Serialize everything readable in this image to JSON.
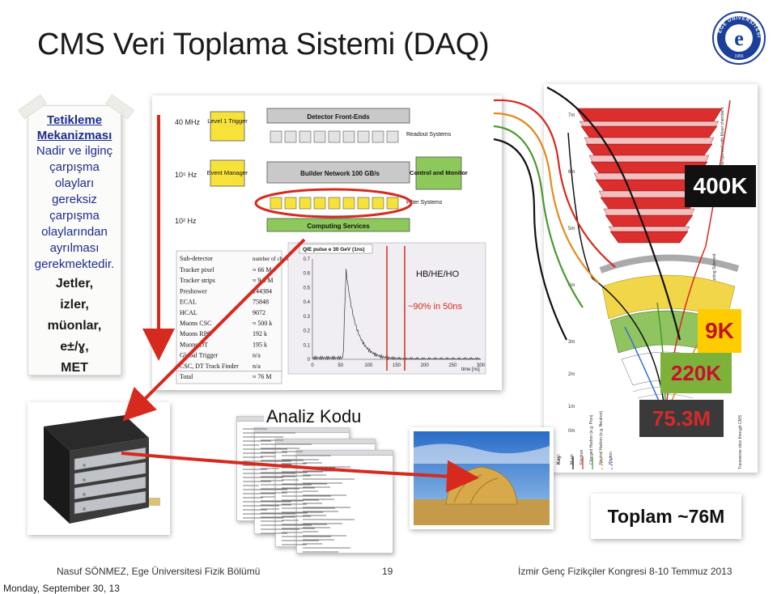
{
  "slide": {
    "title": "CMS Veri Toplama Sistemi (DAQ)",
    "logo_text": "EGE ÜNİVERSİTESİ",
    "logo_letter": "e",
    "logo_year": "1955"
  },
  "note": {
    "head_1": "Tetikleme",
    "head_2": "Mekanizması",
    "body": [
      "Nadir ve ilginç",
      "çarpışma",
      "olayları",
      "gereksiz",
      "çarpışma",
      "olaylarından",
      "ayrılması",
      "gerekmektedir."
    ],
    "bold": [
      "Jetler,",
      "izler,",
      "müonlar,",
      "e±/ɣ,",
      "MET"
    ]
  },
  "daq": {
    "rates": [
      "40 MHz",
      "10⁵ Hz",
      "10² Hz"
    ],
    "boxes": {
      "level1": "Level 1 Trigger",
      "front_ends": "Detector Front-Ends",
      "readout": "Readout Systems",
      "event_manager": "Event Manager",
      "builder": "Builder Network  100 GB/s",
      "control": "Control and Monitor",
      "filter": "Filter Systems",
      "computing": "Computing Services"
    },
    "table": {
      "headers": [
        "Sub-detector",
        "number of channels"
      ],
      "rows": [
        [
          "Tracker pixel",
          "≈ 66 M"
        ],
        [
          "Tracker strips",
          "≈ 9.3 M"
        ],
        [
          "Preshower",
          "144384"
        ],
        [
          "ECAL",
          "75848"
        ],
        [
          "HCAL",
          "9072"
        ],
        [
          "Muons CSC",
          "≈ 500 k"
        ],
        [
          "Muons RPC",
          "192 k"
        ],
        [
          "Muons DT",
          "195 k"
        ],
        [
          "Global Trigger",
          "n/a"
        ],
        [
          "CSC, DT Track Finder",
          "n/a"
        ],
        [
          "Total",
          "≈ 76 M"
        ]
      ]
    },
    "plot": {
      "title": "QIE pulse e 30 GeV (1ns)",
      "xlabel": "time [ns]",
      "xticks": [
        "0",
        "50",
        "100",
        "150",
        "200",
        "250",
        "300"
      ],
      "yticks": [
        "0",
        "0.1",
        "0.2",
        "0.3",
        "0.4",
        "0.5",
        "0.6",
        "0.7"
      ],
      "label_1": "HB/HE/HO",
      "label_2": "~90% in 50ns"
    }
  },
  "detector": {
    "key_label": "Key:",
    "key_items": [
      "Muon",
      "Electron",
      "Charged Hadron (e.g. Pion)",
      "Neutral Hadron (e.g. Neutron)",
      "Photon"
    ],
    "side_labels": [
      "Iron return yoke interspersed with Muon chambers",
      "Superconducting Solenoid",
      "Transverse slice through CMS"
    ],
    "rates": {
      "l400": "400K",
      "l9": "9K",
      "l220": "220K",
      "l75": "75.3M"
    }
  },
  "analiz": "Analiz Kodu",
  "toplam": "Toplam ~76M",
  "footer": {
    "left": "Nasuf SÖNMEZ, Ege Üniversitesi Fizik Bölümü",
    "page": "19",
    "right": "İzmir Genç Fizikçiler Kongresi 8-10 Temmuz 2013"
  },
  "date": "Monday, September 30, 13",
  "colors": {
    "note_text": "#1b2d8f",
    "arrow_red": "#d62a1e",
    "logo_blue": "#1c3f9a"
  }
}
